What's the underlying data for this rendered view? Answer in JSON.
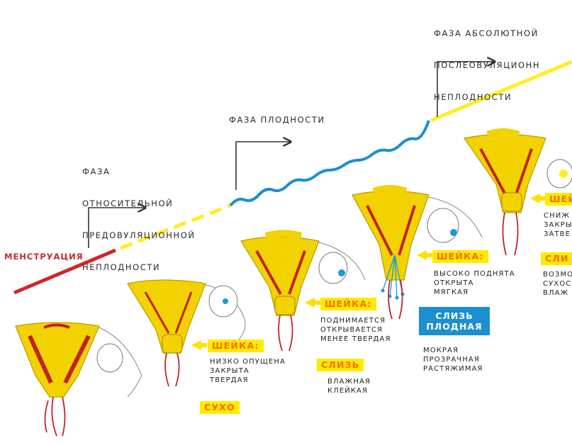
{
  "phases": {
    "menstruation": "МЕНСТРУАЦИЯ",
    "relative_lines": [
      "ФАЗА",
      "ОТНОСИТЕЛЬНОЙ",
      "ПРЕДОВУЛЯЦИОННОЙ",
      "НЕПЛОДНОСТИ"
    ],
    "fertility": "ФАЗА ПЛОДНОСТИ",
    "absolute_lines": [
      "ФАЗА АБСОЛЮТНОЙ",
      "ПОСЛЕОВУЛЯЦИОНН",
      "НЕПЛОДНОСТИ"
    ]
  },
  "stage2": {
    "cervix_label": "ШЕЙКА:",
    "cervix_lines": [
      "НИЗКО ОПУЩЕНА",
      "ЗАКРЫТА",
      "ТВЕРДАЯ"
    ],
    "mucus_label": "СУХО"
  },
  "stage3": {
    "cervix_label": "ШЕЙКА:",
    "cervix_lines": [
      "ПОДНИМАЕТСЯ",
      "ОТКРЫВАЕТСЯ",
      "МЕНЕЕ ТВЕРДАЯ"
    ],
    "mucus_label": "СЛИЗЬ",
    "mucus_lines": [
      "ВЛАЖНАЯ",
      "КЛЕЙКАЯ"
    ]
  },
  "stage4": {
    "cervix_label": "ШЕЙКА:",
    "cervix_lines": [
      "ВЫСОКО ПОДНЯТА",
      "ОТКРЫТА",
      "МЯГКАЯ"
    ],
    "mucus_label_lines": [
      "СЛИЗЬ",
      "ПЛОДНАЯ"
    ],
    "mucus_lines": [
      "МОКРАЯ",
      "ПРОЗРАЧНАЯ",
      "РАСТЯЖИМАЯ"
    ]
  },
  "stage5": {
    "cervix_label": "ШЕЙ",
    "cervix_lines": [
      "СНИЖ",
      "ЗАКРЫ",
      "ЗАТВЕ"
    ],
    "mucus_label": "СЛИ",
    "mucus_lines": [
      "ВОЗМО",
      "СУХОС",
      "ВЛАЖ"
    ]
  },
  "colors": {
    "uterus_yellow": "#f2d200",
    "tissue_red": "#c0242a",
    "line_red": "#d0272a",
    "line_yellow": "#ffee22",
    "line_blue": "#1a8fd0",
    "arrow_yellow": "#ffe000",
    "label_orange": "#ff6a00",
    "ovum_blue": "#1a9ad6"
  }
}
